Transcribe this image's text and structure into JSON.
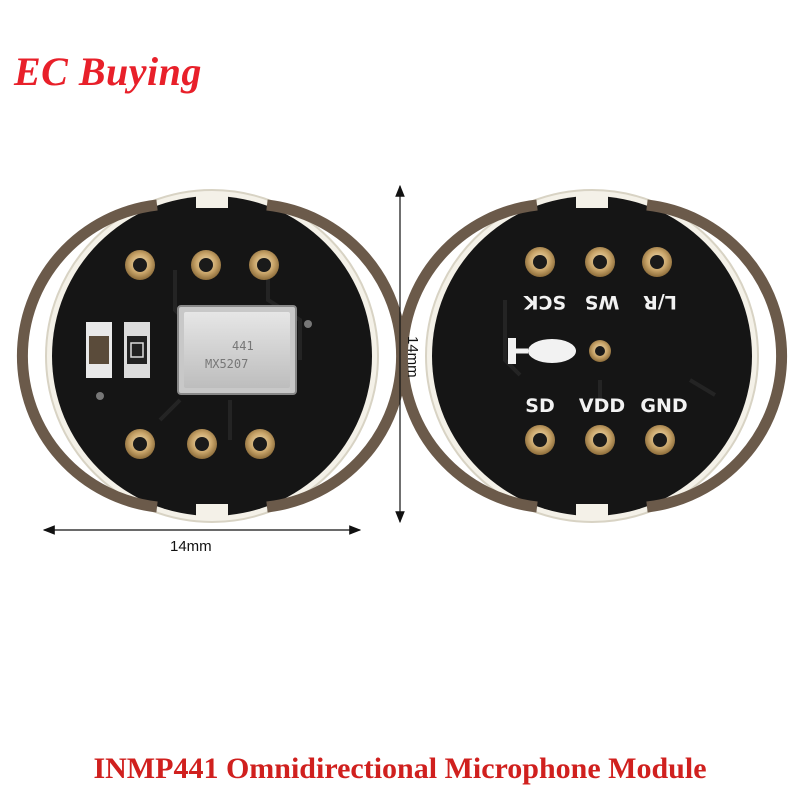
{
  "brand": {
    "logo_text": "EC Buying",
    "color": "#e8202a"
  },
  "dimensions": {
    "width_label": "14mm",
    "height_label": "14mm"
  },
  "chip": {
    "line1": "441",
    "line2": "MX5207"
  },
  "pin_labels": {
    "top": [
      "SCK",
      "WS",
      "L/R"
    ],
    "bottom": [
      "SD",
      "VDD",
      "GND"
    ]
  },
  "caption": {
    "text": "INMP441 Omnidirectional Microphone Module",
    "color": "#d0201e"
  },
  "colors": {
    "pcb": "#111111",
    "pad": "#c9a56a",
    "ring": "#6b5a4a",
    "board_edge": "#f4f1e8"
  }
}
